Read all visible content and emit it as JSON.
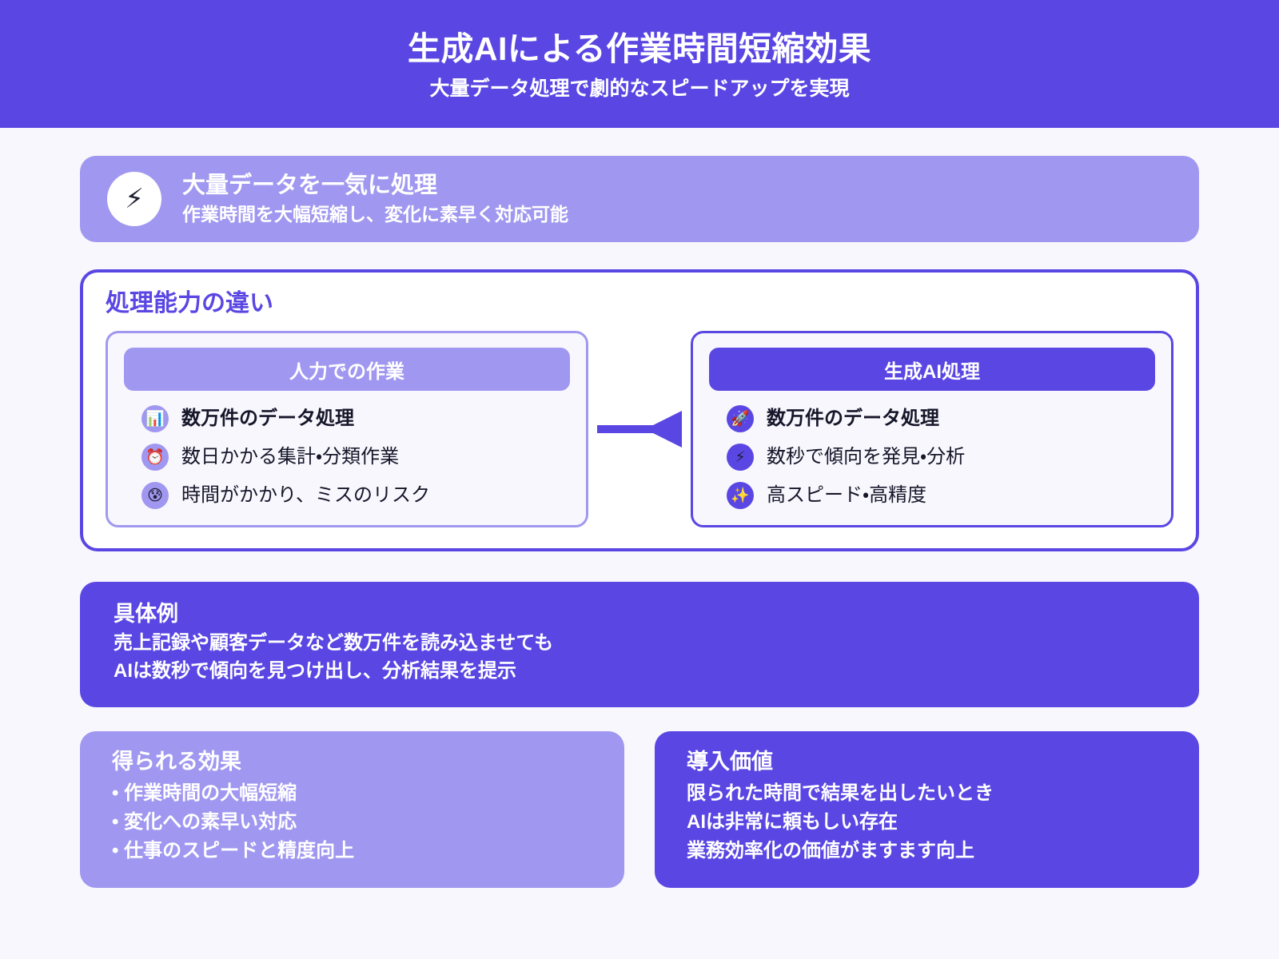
{
  "hero": {
    "title": "生成AIによる作業時間短縮効果",
    "subtitle": "大量データ処理で劇的なスピードアップを実現"
  },
  "callout": {
    "icon": "lightning-icon",
    "icon_glyph": "⚡",
    "title": "大量データを一気に処理",
    "description": "作業時間を大幅短縮し、変化に素早く対応可能"
  },
  "comparison": {
    "heading": "処理能力の違い",
    "arrow": "left-arrow-icon",
    "columns": [
      {
        "label": "人力での作業",
        "style": "light",
        "items": [
          {
            "icon": "bar-chart-icon",
            "icon_glyph": "📊",
            "text": "数万件のデータ処理",
            "strong": true
          },
          {
            "icon": "alarm-clock-icon",
            "icon_glyph": "⏰",
            "text": "数日かかる集計・分類作業",
            "strong": false
          },
          {
            "icon": "anxious-face-icon",
            "icon_glyph": "😰",
            "text": "時間がかかり、ミスのリスク",
            "strong": false
          }
        ]
      },
      {
        "label": "生成AI処理",
        "style": "dark",
        "items": [
          {
            "icon": "rocket-icon",
            "icon_glyph": "🚀",
            "text": "数万件のデータ処理",
            "strong": true
          },
          {
            "icon": "lightning-icon",
            "icon_glyph": "⚡",
            "text": "数秒で傾向を発見・分析",
            "strong": false
          },
          {
            "icon": "sparkles-icon",
            "icon_glyph": "✨",
            "text": "高スピード・高精度",
            "strong": false
          }
        ]
      }
    ]
  },
  "example": {
    "title": "具体例",
    "lines": [
      "売上記録や顧客データなど数万件を読み込ませても",
      "AIは数秒で傾向を見つけ出し、分析結果を提示"
    ]
  },
  "bottom_cards": [
    {
      "title": "得られる効果",
      "style": "light",
      "lines": [
        "• 作業時間の大幅短縮",
        "• 変化への素早い対応",
        "• 仕事のスピードと精度向上"
      ]
    },
    {
      "title": "導入価値",
      "style": "dark",
      "lines": [
        "限られた時間で結果を出したいとき",
        "AIは非常に頼もしい存在",
        "業務効率化の価値がますます向上"
      ]
    }
  ],
  "colors": {
    "brand_purple": "#5a47e3",
    "light_purple": "#a098f0",
    "page_background": "#f8f7fd",
    "card_white": "#ffffff",
    "text_dark": "#16162a"
  }
}
